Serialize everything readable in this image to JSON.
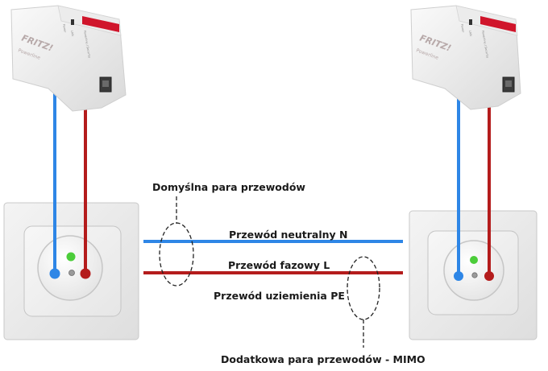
{
  "labels": {
    "default_pair": "Domyślna para przewodów",
    "neutral": "Przewód neutralny N",
    "phase": "Przewód fazowy L",
    "ground": "Przewód uziemienia PE",
    "extra_pair": "Dodatkowa para przewodów - MIMO"
  },
  "adapter": {
    "brand": "FRITZ!",
    "model": "Powerline",
    "leds": [
      "Power",
      "LAN",
      "Powerline / Security"
    ]
  },
  "colors": {
    "neutral": "#2e86e6",
    "phase": "#b41c1c",
    "ground_green": "#4ccd3a",
    "ground_yellow": "#f2ee2a",
    "adapter_stripe": "#d0152b"
  }
}
